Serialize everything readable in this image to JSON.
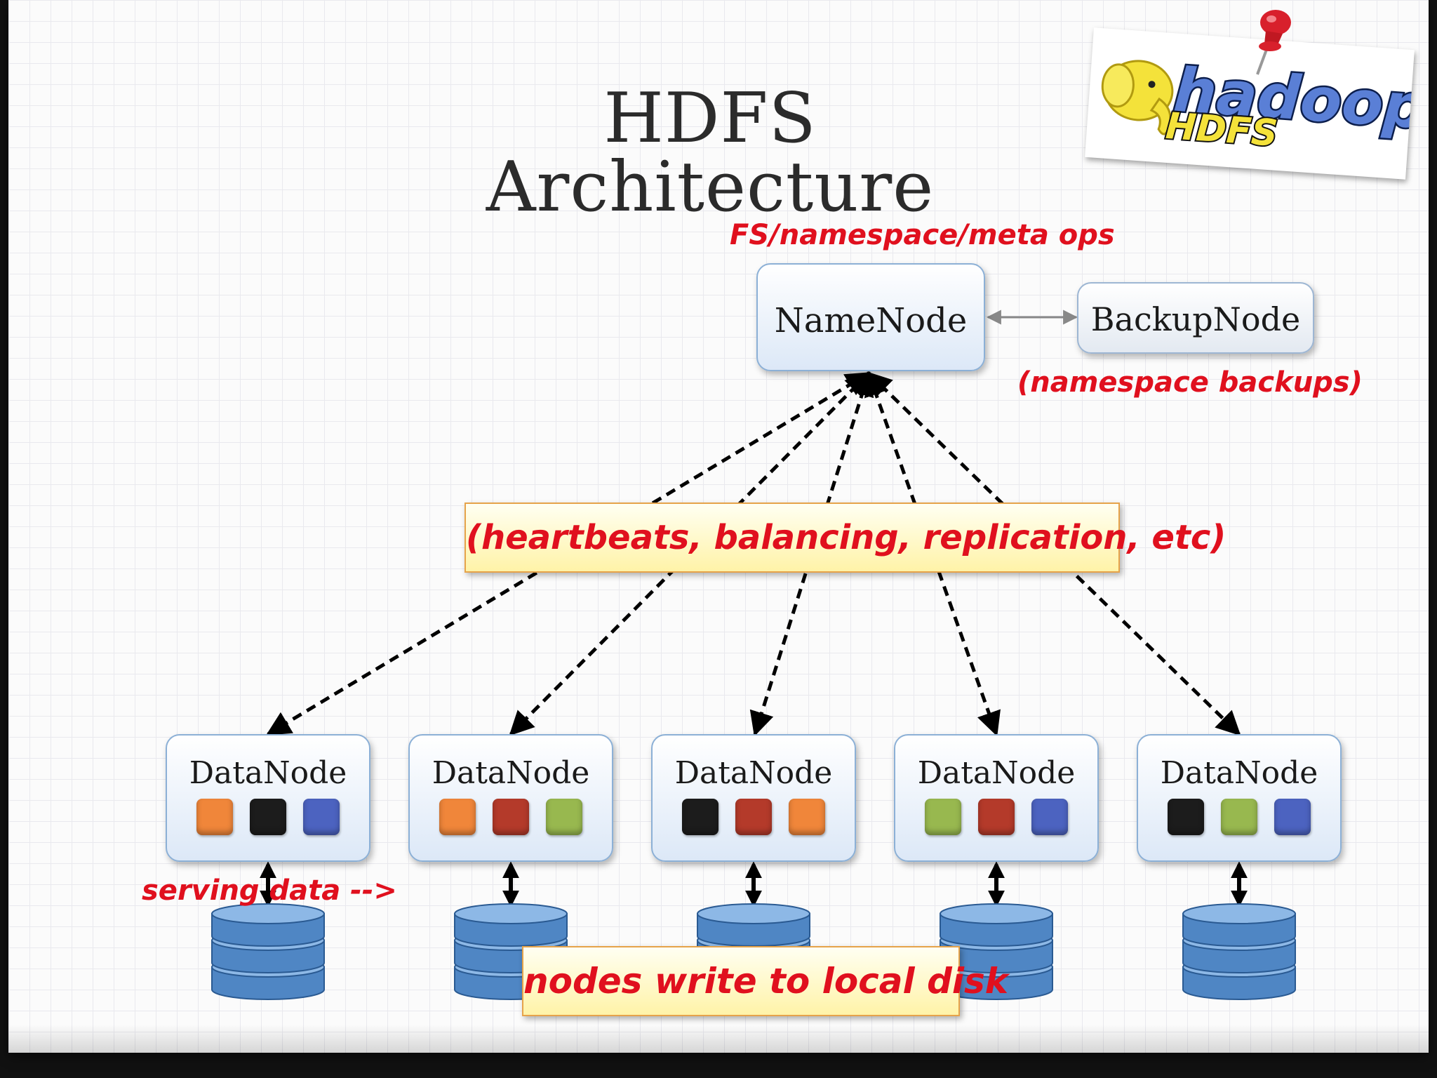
{
  "title": "HDFS Architecture",
  "logo": {
    "text_top": "hadoop",
    "text_bottom": "HDFS",
    "icon": "elephant-icon"
  },
  "annotations": {
    "fs_ops": "FS/namespace/meta ops",
    "namespace_backups": "(namespace backups)",
    "heartbeats": "(heartbeats, balancing, replication, etc)",
    "serving_data": "serving data -->",
    "local_disk": "nodes write to local disk"
  },
  "namenode": {
    "label": "NameNode"
  },
  "backupnode": {
    "label": "BackupNode"
  },
  "block_colors": {
    "orange": "#f0863a",
    "black": "#1c1c1c",
    "blue": "#4c63c0",
    "red": "#b43a2a",
    "green": "#98b84f"
  },
  "datanodes": [
    {
      "label": "DataNode",
      "blocks": [
        "orange",
        "black",
        "blue"
      ]
    },
    {
      "label": "DataNode",
      "blocks": [
        "orange",
        "red",
        "green"
      ]
    },
    {
      "label": "DataNode",
      "blocks": [
        "black",
        "red",
        "orange"
      ]
    },
    {
      "label": "DataNode",
      "blocks": [
        "green",
        "red",
        "blue"
      ]
    },
    {
      "label": "DataNode",
      "blocks": [
        "black",
        "green",
        "blue"
      ]
    }
  ]
}
